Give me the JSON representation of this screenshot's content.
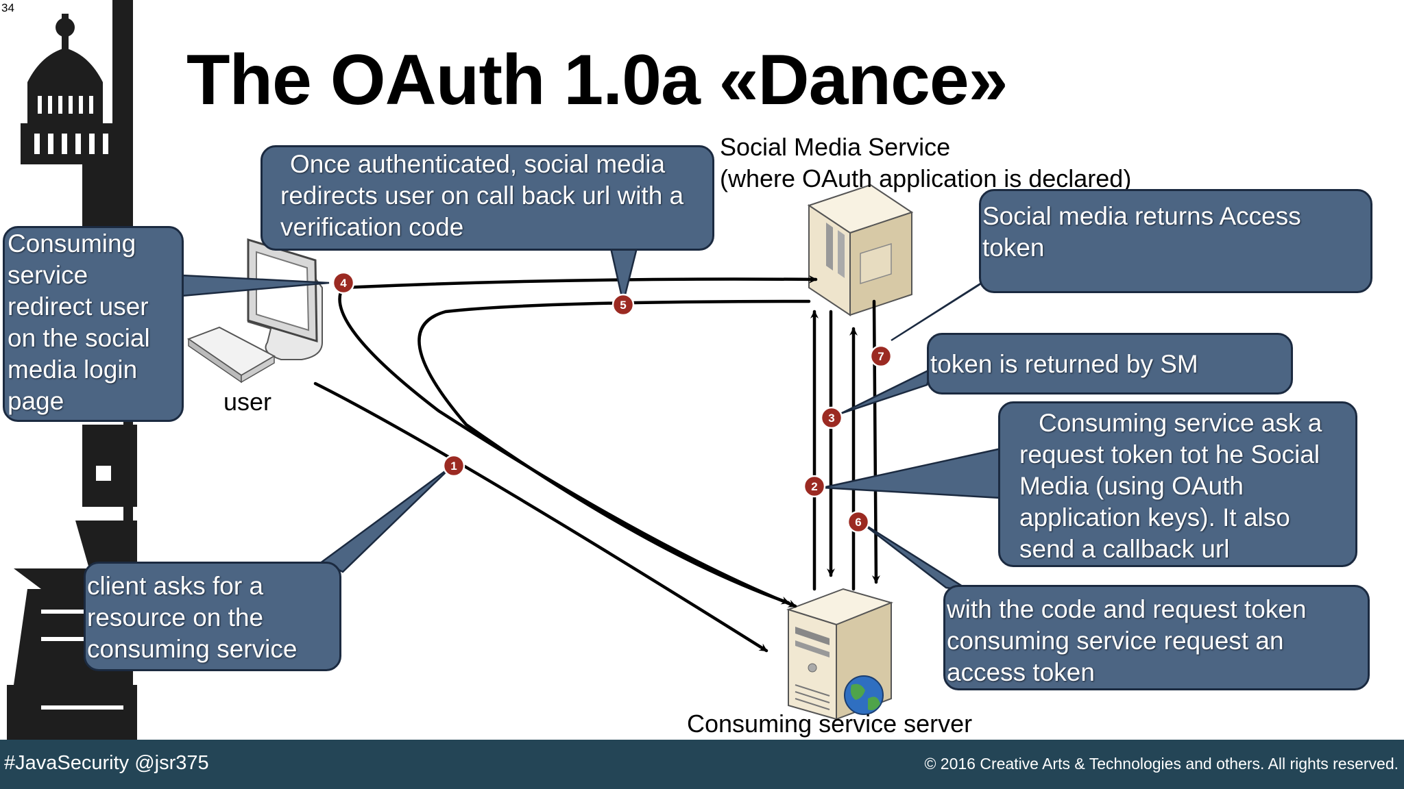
{
  "slide": {
    "number": "34",
    "title": "The OAuth 1.0a «Dance»"
  },
  "labels": {
    "social_media_service_line1": "Social Media Service",
    "social_media_service_line2": "(where OAuth application is declared)",
    "user": "user",
    "consuming_server": "Consuming service server"
  },
  "steps": [
    "1",
    "2",
    "3",
    "4",
    "5",
    "6",
    "7"
  ],
  "callouts": {
    "authenticated": [
      "Once authenticated, social media",
      "redirects user on call back url with a",
      "verification code"
    ],
    "redirect": [
      "Consuming",
      "service",
      "redirect user",
      "on the social",
      "media login",
      "page"
    ],
    "access_token": [
      "Social media returns Access",
      "token"
    ],
    "token_returned": [
      "token is returned by SM"
    ],
    "request_token": [
      "Consuming service ask a",
      "request token tot he Social",
      "Media (using OAuth",
      "application keys). It also",
      "send a callback url"
    ],
    "client_asks": [
      "client asks for a",
      "resource on the",
      "consuming service"
    ],
    "with_code": [
      "with the code and request token",
      "consuming service request an",
      "access token"
    ]
  },
  "footer": {
    "hashtag": "#JavaSecurity @jsr375",
    "copyright": "© 2016 Creative Arts & Technologies and others. All rights reserved."
  },
  "colors": {
    "callout_fill": "#4c6583",
    "step_marker": "#9b2a22",
    "footer_bg": "#244556"
  }
}
